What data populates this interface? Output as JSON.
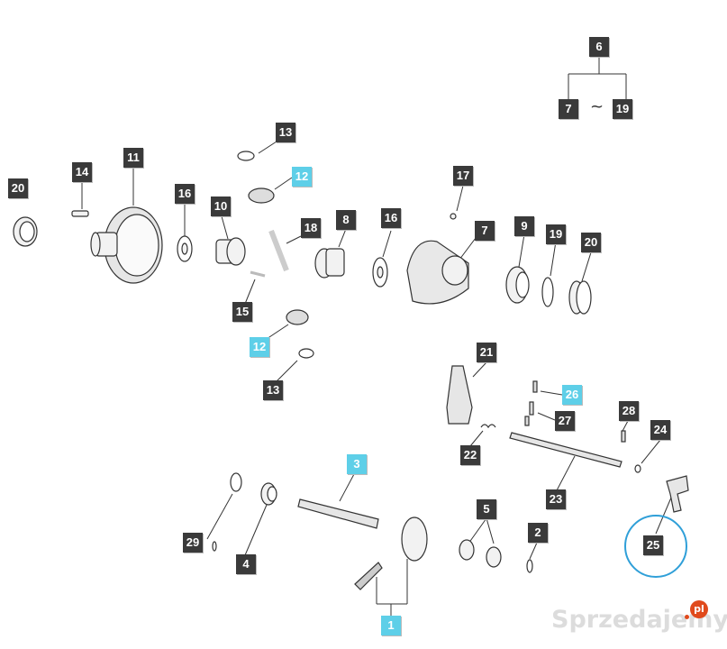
{
  "colors": {
    "callout_dark": "#3a3a3a",
    "callout_highlight": "#5ecfe8",
    "circle_highlight": "#2f9fd8",
    "watermark_brand": "#e04a1c"
  },
  "tilde": "~",
  "watermark": {
    "text": "Sprzedajemy",
    "badge": "pl"
  },
  "callouts": {
    "c6": "6",
    "c7": "7",
    "c19a": "19",
    "c13a": "13",
    "c12a": "12",
    "c11": "11",
    "c14": "14",
    "c20a": "20",
    "c16a": "16",
    "c10": "10",
    "c18": "18",
    "c8": "8",
    "c16b": "16",
    "c17": "17",
    "c7b": "7",
    "c9": "9",
    "c19b": "19",
    "c20b": "20",
    "c15": "15",
    "c12b": "12",
    "c13b": "13",
    "c21": "21",
    "c26": "26",
    "c27": "27",
    "c28": "28",
    "c24": "24",
    "c22": "22",
    "c23": "23",
    "c25": "25",
    "c3": "3",
    "c5": "5",
    "c2": "2",
    "c29": "29",
    "c4": "4",
    "c1": "1"
  },
  "highlighted": [
    "12",
    "3",
    "26",
    "1"
  ],
  "circled": "25"
}
